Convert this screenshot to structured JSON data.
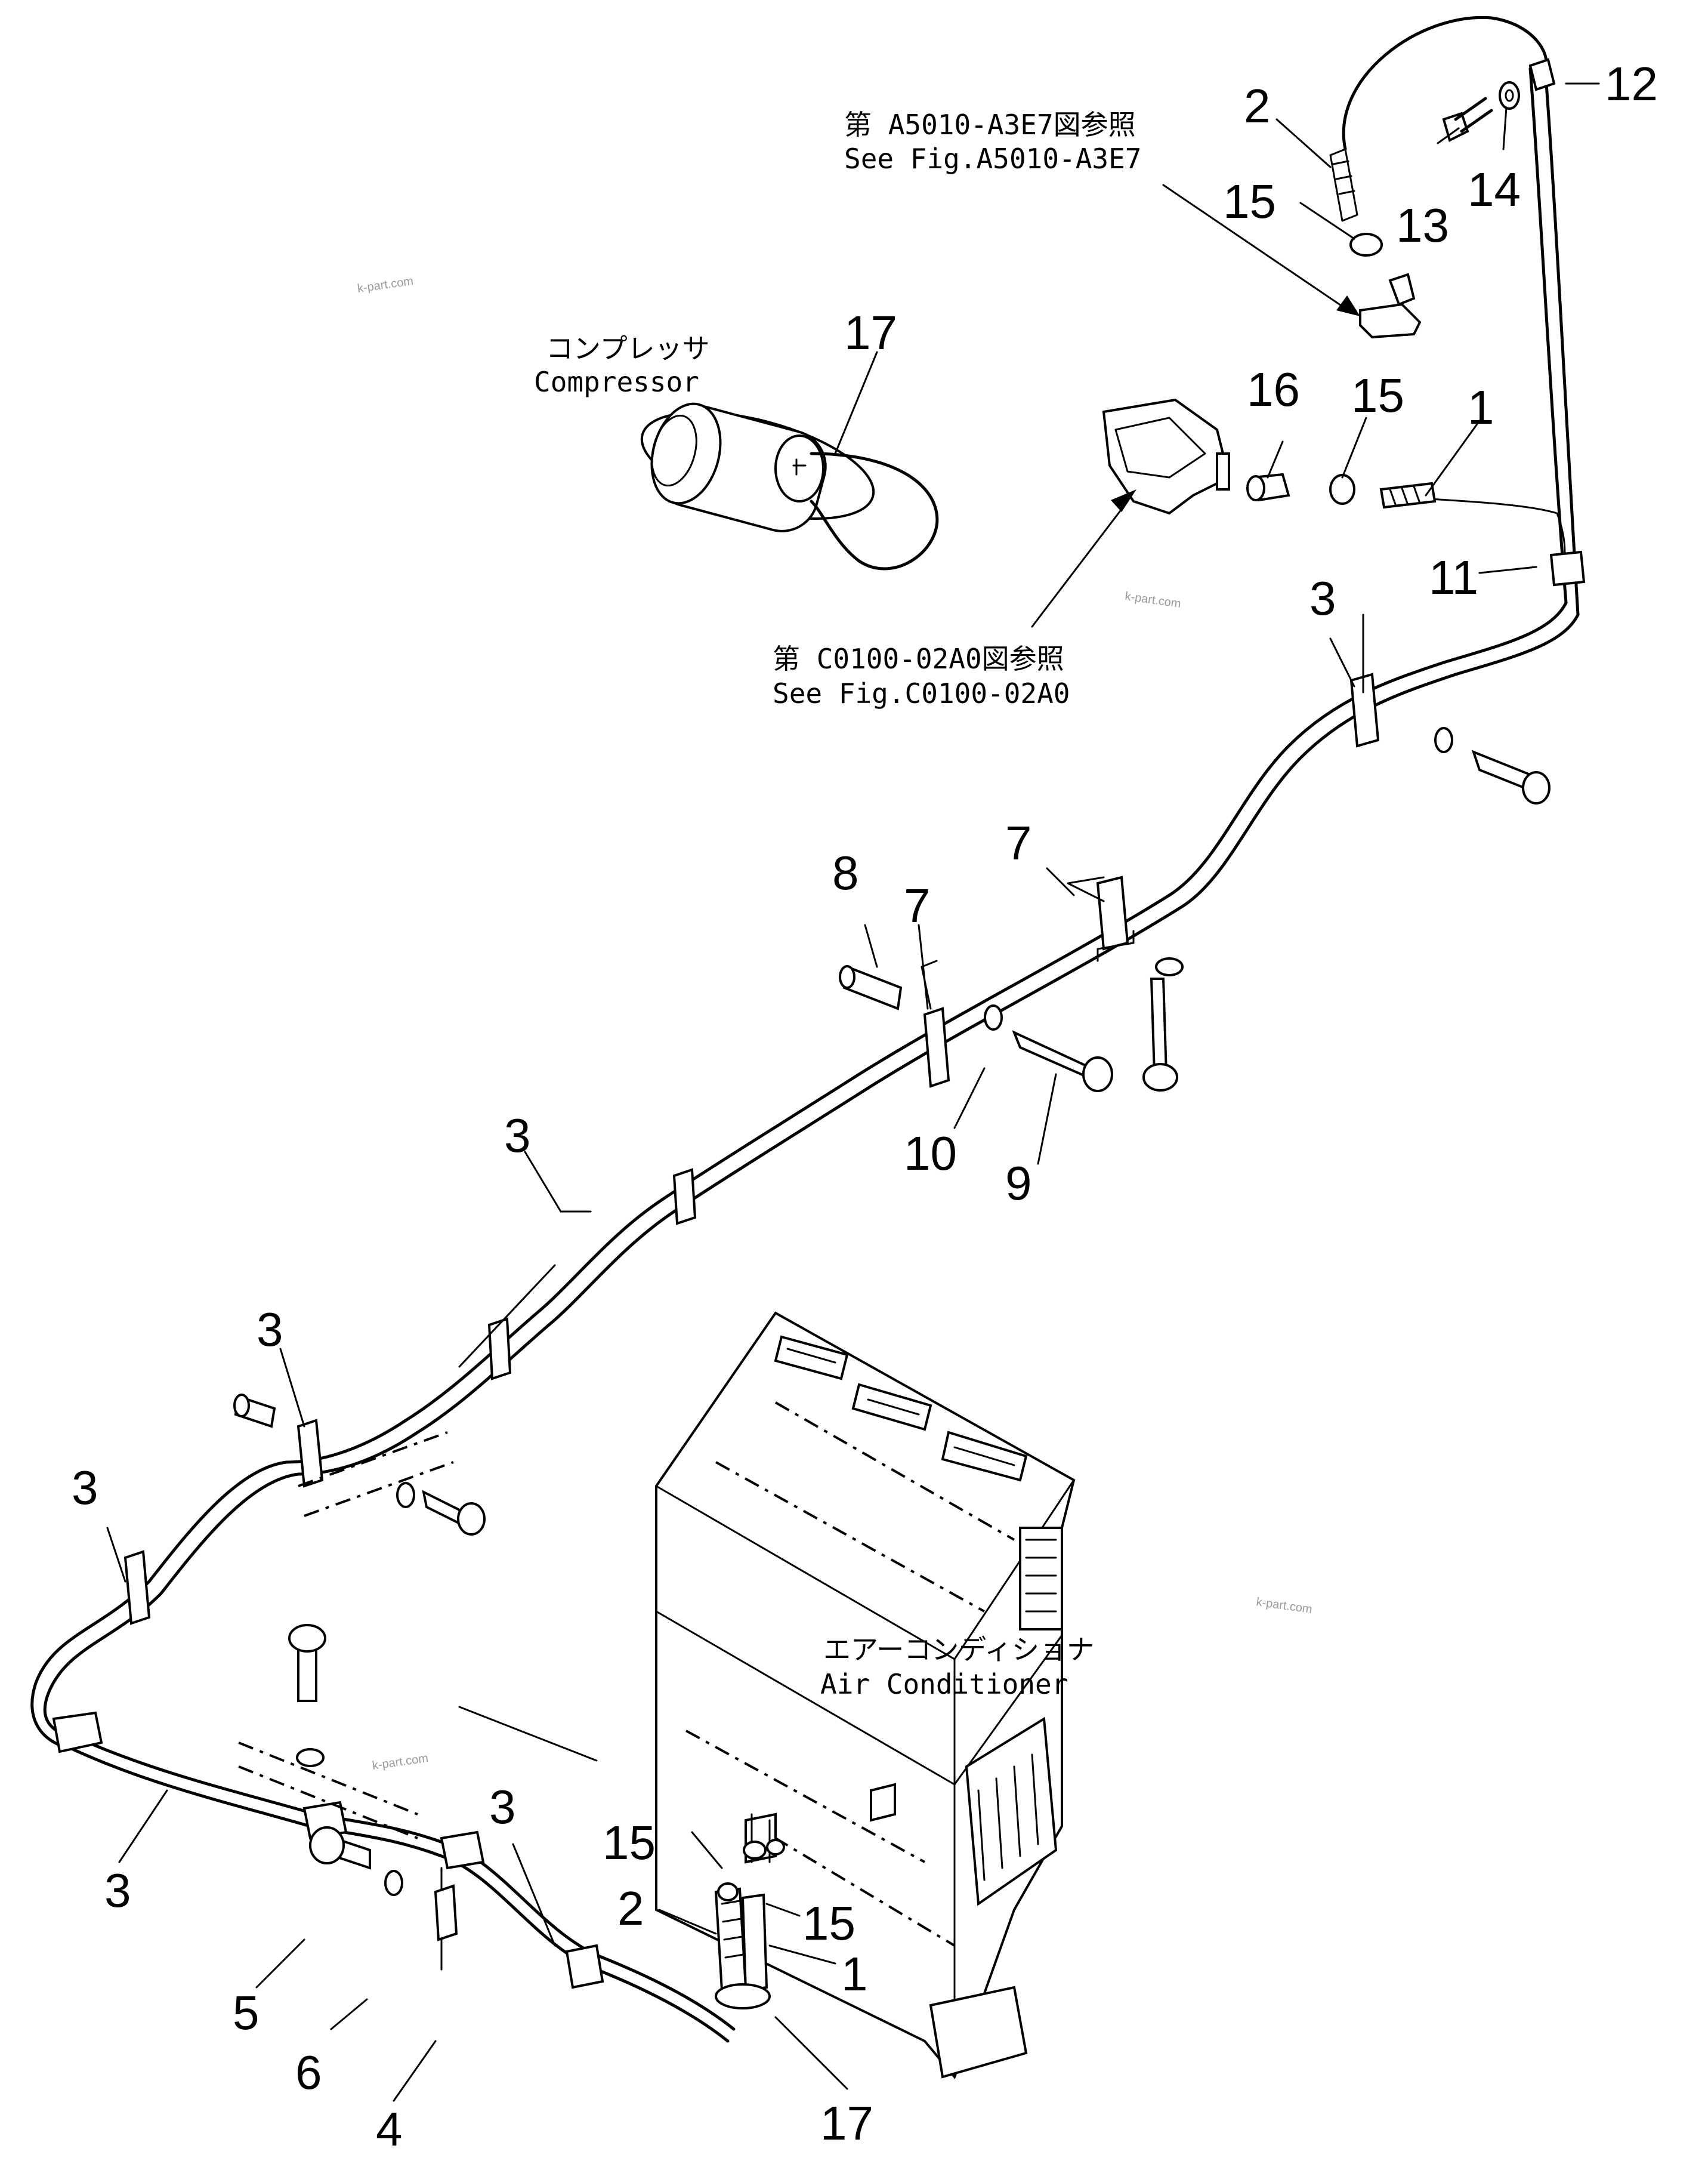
{
  "captions": {
    "ref_top_ja": "第 A5010-A3E7図参照",
    "ref_top_en": "See Fig.A5010-A3E7",
    "compressor_ja": "コンプレッサ",
    "compressor_en": "Compressor",
    "ref_mid_ja": "第 C0100-02A0図参照",
    "ref_mid_en": "See Fig.C0100-02A0",
    "aircon_ja": "エアーコンディショナ",
    "aircon_en": "Air Conditioner"
  },
  "watermark": "k-part.com",
  "callouts": {
    "n12": "12",
    "n2a": "2",
    "n13": "13",
    "n14": "14",
    "n15a": "15",
    "n17a": "17",
    "n16": "16",
    "n15b": "15",
    "n1a": "1",
    "n11": "11",
    "n3a": "3",
    "n8": "8",
    "n7a": "7",
    "n7b": "7",
    "n10": "10",
    "n9": "9",
    "n3b": "3",
    "n3c": "3",
    "n3d": "3",
    "n3e": "3",
    "n3f": "3",
    "n15c": "15",
    "n2b": "2",
    "n15d": "15",
    "n1b": "1",
    "n5": "5",
    "n6": "6",
    "n4": "4",
    "n17b": "17"
  },
  "icons": [
    "compressor-icon",
    "air-conditioner-unit-icon",
    "bolt-icon",
    "washer-icon",
    "hose-clamp-icon",
    "hose-icon",
    "pipe-clip-icon",
    "fitting-icon",
    "bracket-icon",
    "grommet-icon"
  ]
}
